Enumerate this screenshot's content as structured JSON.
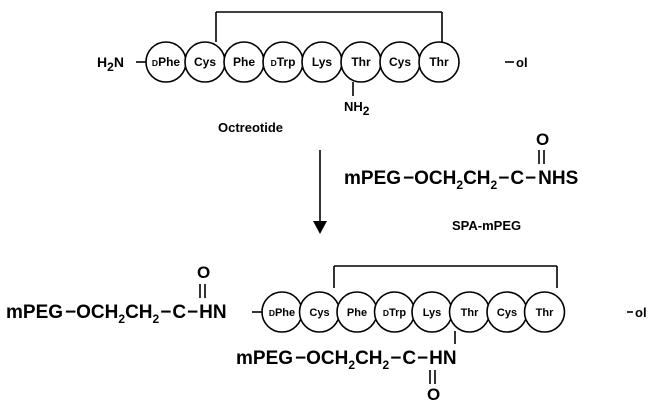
{
  "octreotide": {
    "n_terminus": {
      "main": "H",
      "sub": "2",
      "tail": "N"
    },
    "residues": [
      {
        "prefix": "D",
        "name": "Phe"
      },
      {
        "prefix": "",
        "name": "Cys"
      },
      {
        "prefix": "",
        "name": "Phe"
      },
      {
        "prefix": "D",
        "name": "Trp"
      },
      {
        "prefix": "",
        "name": "Lys"
      },
      {
        "prefix": "",
        "name": "Thr"
      },
      {
        "prefix": "",
        "name": "Cys"
      },
      {
        "prefix": "",
        "name": "Thr"
      }
    ],
    "c_terminus": "ol",
    "lys_amine": {
      "main": "NH",
      "sub": "2"
    },
    "name": "Octreotide"
  },
  "reagent": {
    "p1": "mPEG",
    "p2": "OCH",
    "s1": "2",
    "p3": "CH",
    "s2": "2",
    "carbon": "C",
    "leaving": "NHS",
    "oxygen": "O",
    "name": "SPA-mPEG"
  },
  "product": {
    "left_chain": {
      "p1": "mPEG",
      "p2": "OCH",
      "s1": "2",
      "p3": "CH",
      "s2": "2",
      "carbon": "C",
      "amide": "HN",
      "oxygen": "O"
    },
    "lys_chain": {
      "p1": "mPEG",
      "p2": "OCH",
      "s1": "2",
      "p3": "CH",
      "s2": "2",
      "carbon": "C",
      "amide": "HN",
      "oxygen": "O"
    },
    "c_terminus": "ol"
  }
}
